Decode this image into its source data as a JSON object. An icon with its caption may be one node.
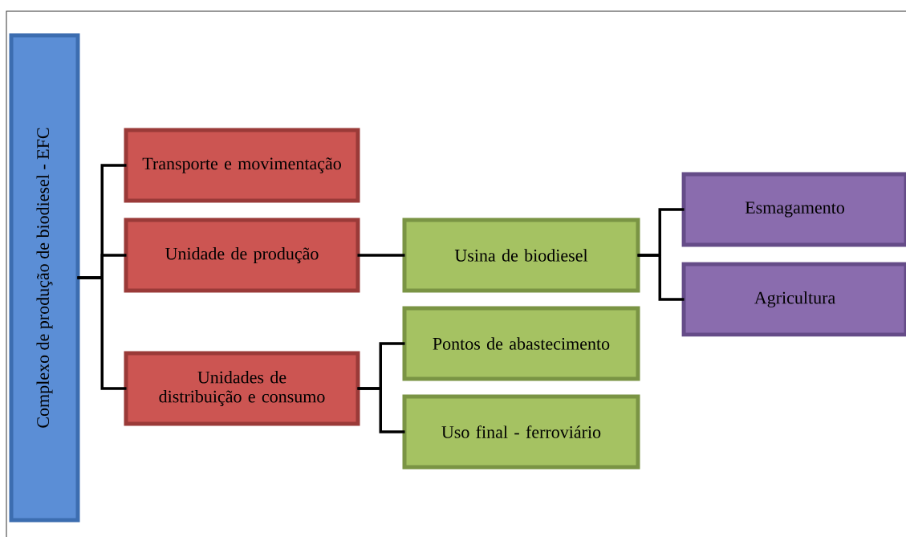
{
  "diagram": {
    "nodes": [
      {
        "text": [
          "Complexo de produção de biodiesel - EFC"
        ]
      },
      {
        "text": [
          "Transporte e movimentação"
        ]
      },
      {
        "text": [
          "Unidade de  produção"
        ]
      },
      {
        "text": [
          "Unidades de distribuição e consumo"
        ]
      },
      {
        "text": [
          "Usina de biodiesel"
        ]
      },
      {
        "text": [
          "Pontos de abastecimento"
        ]
      },
      {
        "text": [
          "Uso final - ferroviário"
        ]
      },
      {
        "text": [
          "Esmagamento"
        ]
      },
      {
        "text": [
          "Agricultura"
        ]
      }
    ],
    "edges": [
      {
        "from": 0,
        "to": 1,
        "arrow": "none"
      },
      {
        "from": 0,
        "to": 2,
        "arrow": "none"
      },
      {
        "from": 0,
        "to": 3,
        "arrow": "none"
      },
      {
        "from": 2,
        "to": 4,
        "arrow": "none"
      },
      {
        "from": 4,
        "to": 7,
        "arrow": "none"
      },
      {
        "from": 4,
        "to": 8,
        "arrow": "none"
      },
      {
        "from": 3,
        "to": 5,
        "arrow": "none"
      },
      {
        "from": 3,
        "to": 6,
        "arrow": "none"
      }
    ]
  }
}
